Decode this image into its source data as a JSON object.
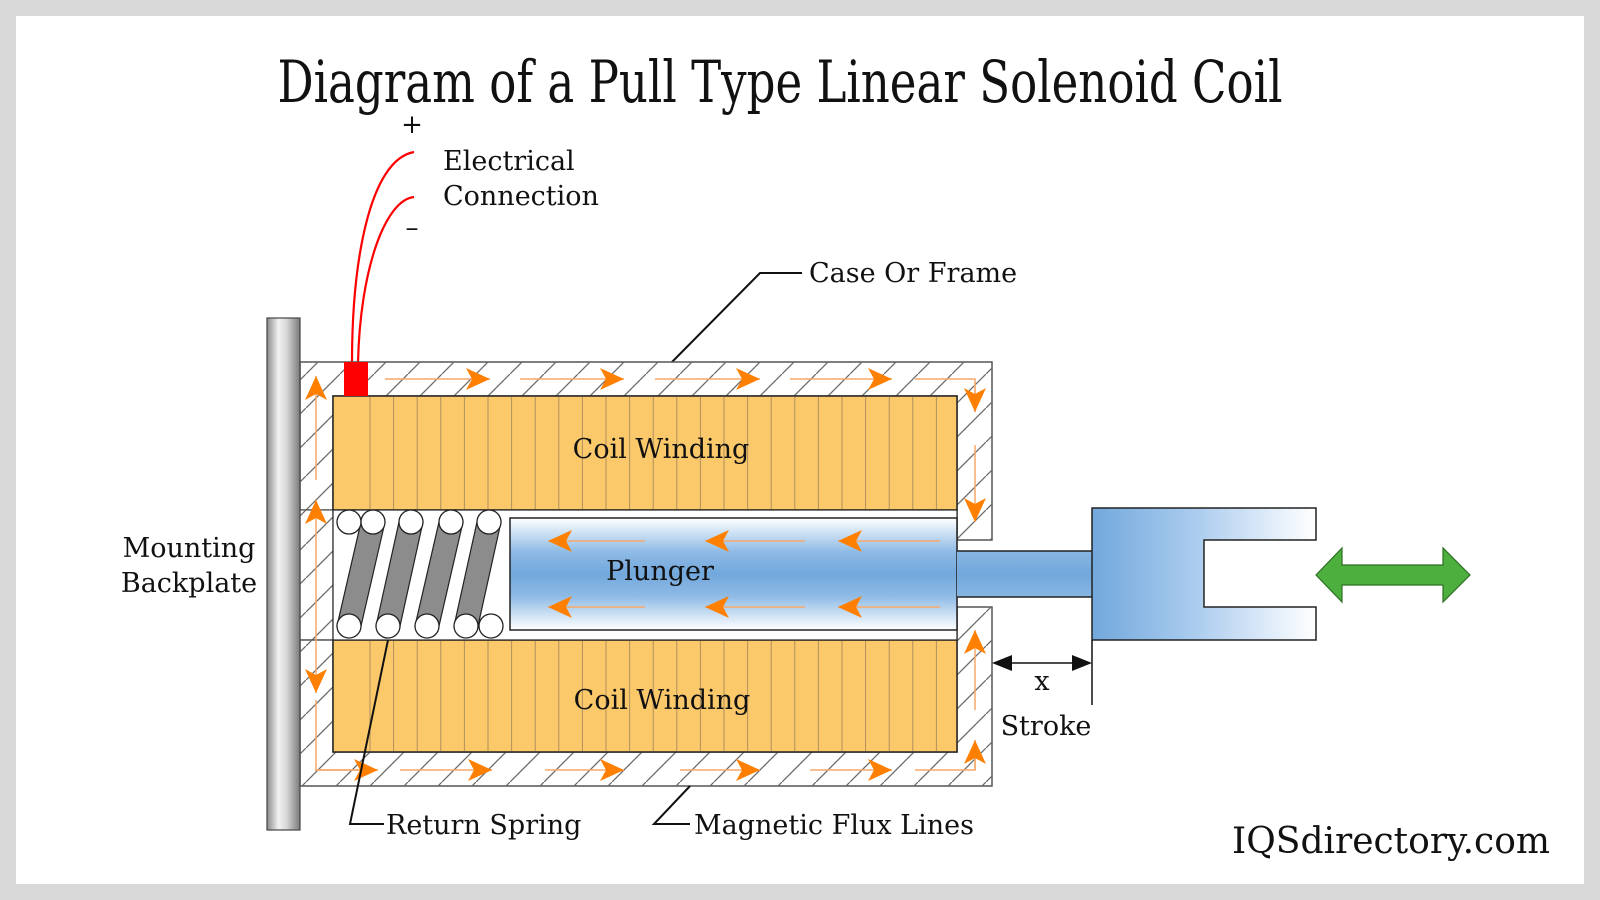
{
  "title": "Diagram of a Pull Type Linear Solenoid Coil",
  "labels": {
    "plus": "+",
    "minus": "–",
    "electrical_connection_line1": "Electrical",
    "electrical_connection_line2": "Connection",
    "case_or_frame": "Case Or Frame",
    "coil_winding_top": "Coil Winding",
    "coil_winding_bottom": "Coil Winding",
    "plunger": "Plunger",
    "mounting_backplate_line1": "Mounting",
    "mounting_backplate_line2": "Backplate",
    "stroke_variable": "x",
    "stroke": "Stroke",
    "return_spring": "Return Spring",
    "magnetic_flux_lines": "Magnetic Flux Lines"
  },
  "watermark": "IQSdirectory.com",
  "components": [
    {
      "name": "electrical-connection",
      "icon": "wire-leads"
    },
    {
      "name": "case-or-frame",
      "icon": "hatched-case"
    },
    {
      "name": "coil-winding",
      "count": 2
    },
    {
      "name": "plunger",
      "icon": "plunger"
    },
    {
      "name": "return-spring",
      "coils": 4
    },
    {
      "name": "mounting-backplate",
      "icon": "backplate"
    },
    {
      "name": "motion-indicator",
      "icon": "double-arrow"
    }
  ],
  "colors": {
    "frame_bg": "#d9d9d9",
    "coil": "#fbc96a",
    "coil_line": "#b09060",
    "flux_arrow": "#ff8000",
    "flux_line": "#f5a86a",
    "wire": "#ff0000",
    "plunger_dark": "#6fa6da",
    "plunger_light": "#ffffff",
    "motion_arrow": "#4caf3e",
    "spring": "#8c8c8c",
    "hatch": "#666666"
  }
}
